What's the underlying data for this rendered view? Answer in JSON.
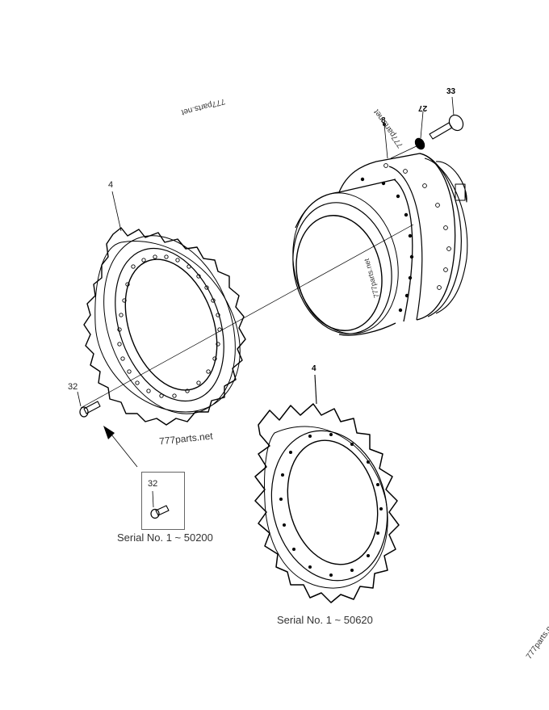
{
  "diagram": {
    "type": "exploded-parts-diagram",
    "callouts": [
      {
        "id": "label-33",
        "text": "33",
        "style": "bold"
      },
      {
        "id": "label-27",
        "text": "27",
        "style": "bold"
      },
      {
        "id": "label-8",
        "text": "8",
        "style": "bold"
      },
      {
        "id": "label-4-upper",
        "text": "4"
      },
      {
        "id": "label-4-lower",
        "text": "4",
        "style": "bold"
      },
      {
        "id": "label-32-main",
        "text": "32"
      },
      {
        "id": "label-32-inset",
        "text": "32"
      }
    ],
    "serials": {
      "inset_note": "Serial No. 1 ~ 50200",
      "lower_sprocket_note": "Serial No. 1 ~ 50620"
    },
    "watermarks": [
      "777parts.net",
      "777parts.net",
      "777parts.net",
      "777parts.net",
      "777parts.net"
    ],
    "parts": [
      {
        "ref": "4",
        "name": "sprocket (upper)"
      },
      {
        "ref": "4",
        "name": "sprocket (lower, alternate)"
      },
      {
        "ref": "8",
        "name": "travel motor / final drive"
      },
      {
        "ref": "27",
        "name": "washer"
      },
      {
        "ref": "32",
        "name": "bolt"
      },
      {
        "ref": "33",
        "name": "bolt"
      }
    ]
  }
}
